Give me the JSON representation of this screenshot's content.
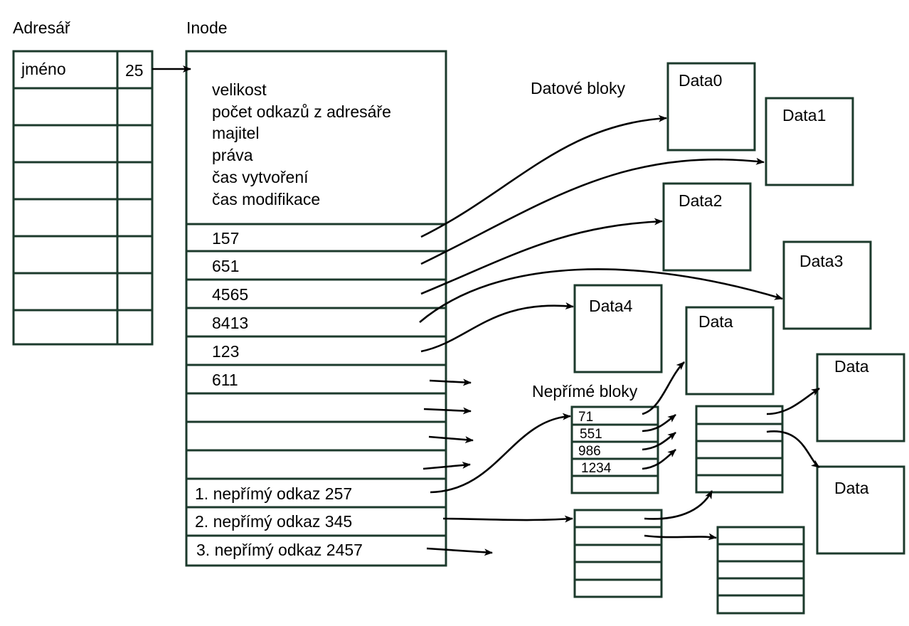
{
  "labels": {
    "adresar": "Adresář",
    "inode": "Inode",
    "datove_bloky": "Datové bloky",
    "neprime_bloky": "Nepřímé bloky"
  },
  "directory": {
    "name": "jméno",
    "inode_number": "25"
  },
  "inode": {
    "attributes": [
      "velikost",
      "počet odkazů z adresáře",
      "majitel",
      "práva",
      "čas vytvoření",
      "čas modifikace"
    ],
    "direct_blocks": [
      "157",
      "651",
      "4565",
      "8413",
      "123",
      "611",
      "",
      "",
      ""
    ],
    "indirect": [
      "1. nepřímý odkaz 257",
      "2. nepřímý odkaz 345",
      "3. nepřímý odkaz 2457"
    ]
  },
  "data_blocks": [
    "Data0",
    "Data1",
    "Data2",
    "Data3",
    "Data4",
    "Data",
    "Data",
    "Data"
  ],
  "indirect_block_entries": [
    "71",
    "551",
    "986",
    "1234"
  ],
  "colors": {
    "stroke": "#1c3a2c",
    "arrow": "#000000",
    "background": "#ffffff"
  }
}
